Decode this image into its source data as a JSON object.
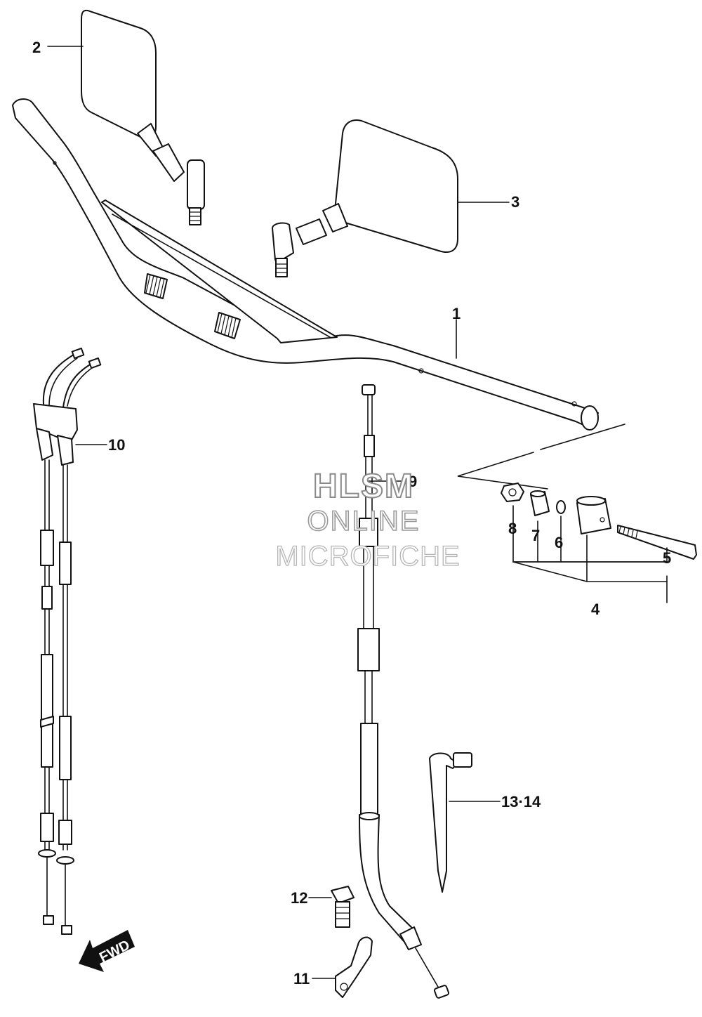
{
  "watermark": {
    "line1": "HLSM",
    "line2": "ONLINE",
    "line3": "MICROFICHE"
  },
  "fwd_label": "FWD",
  "callouts": {
    "c1": "1",
    "c2": "2",
    "c3": "3",
    "c4": "4",
    "c5": "5",
    "c6": "6",
    "c7": "7",
    "c8": "8",
    "c9": "9",
    "c10": "10",
    "c11": "11",
    "c12": "12",
    "c13_14": "13·14"
  }
}
